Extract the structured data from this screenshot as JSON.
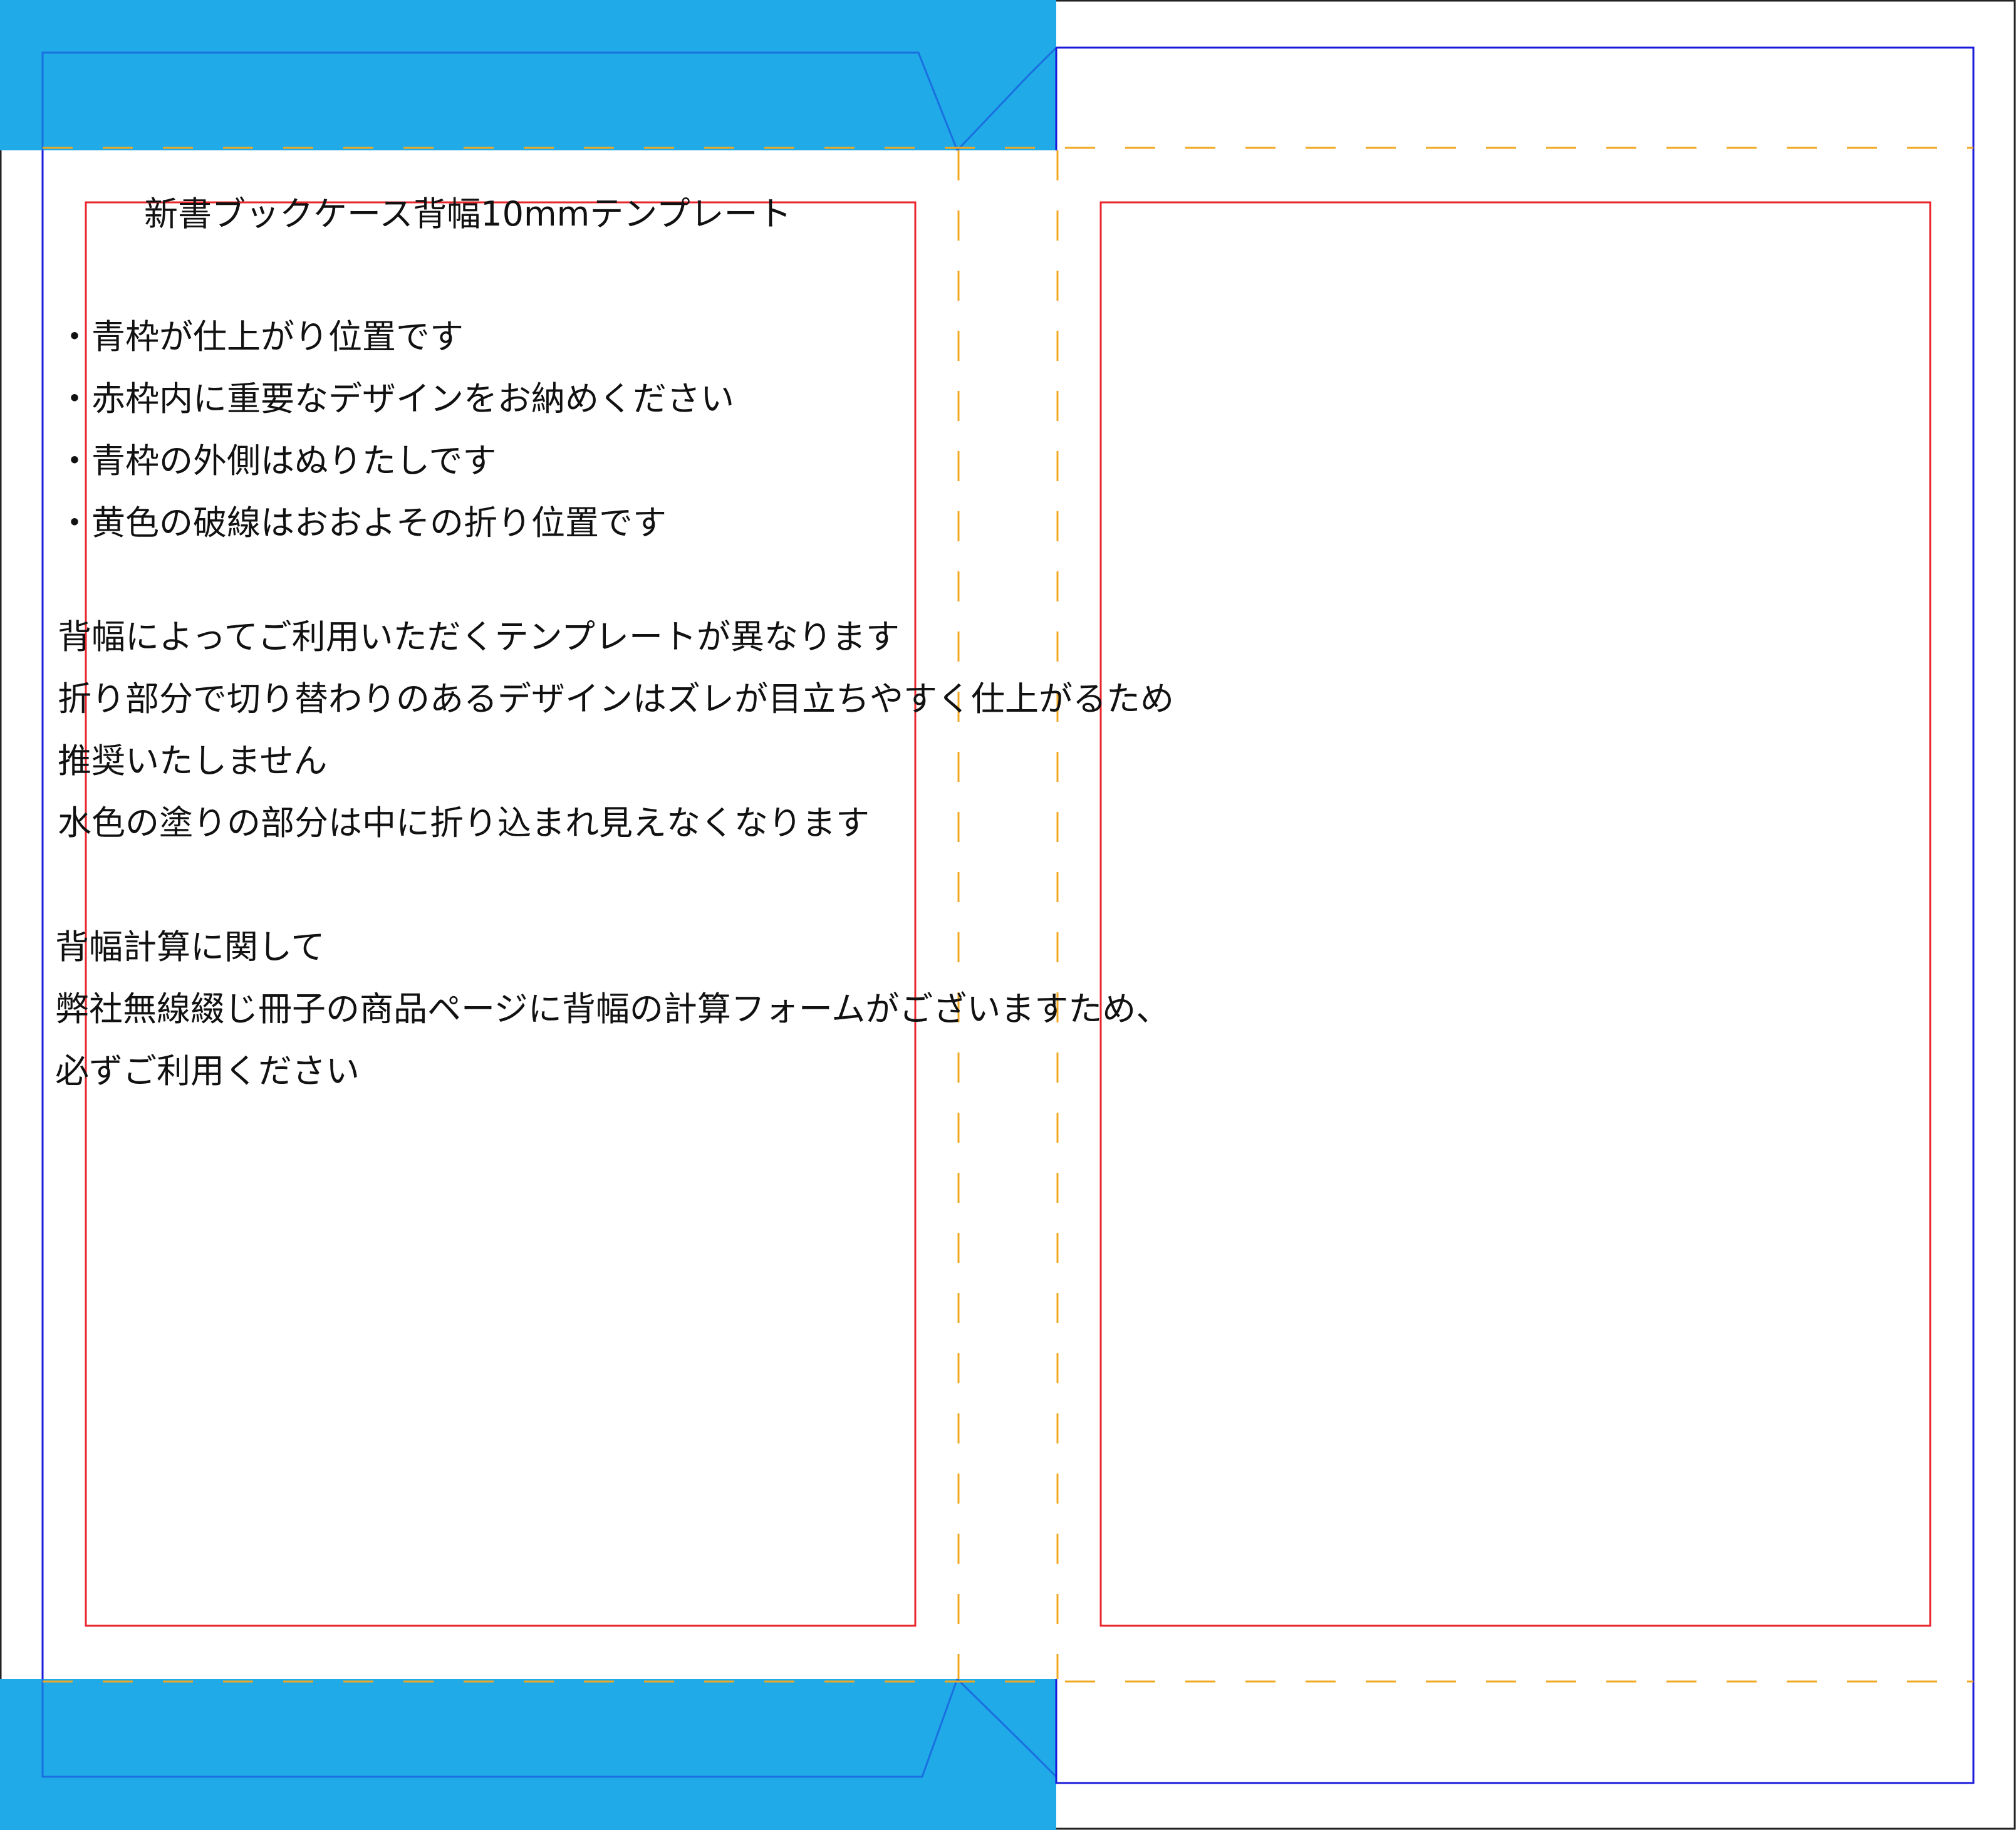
{
  "template": {
    "title": "新書ブックケース背幅10mmテンプレート",
    "bullets": [
      "・青枠が仕上がり位置です",
      "・赤枠内に重要なデザインをお納めください",
      "・青枠の外側はぬりたしです",
      "・黄色の破線はおおよその折り位置です"
    ],
    "notes": [
      "背幅によってご利用いただくテンプレートが異なります",
      "折り部分で切り替わりのあるデザインはズレが目立ちやすく仕上がるため",
      "推奨いたしません",
      "水色の塗りの部分は中に折り込まれ見えなくなります"
    ],
    "calc": [
      "背幅計算に関して",
      "弊社無線綴じ冊子の商品ページに背幅の計算フォームがございますため、",
      "必ずご利用ください"
    ]
  },
  "colors": {
    "flap_fill": "#20abe8",
    "trim_line": "#1a1adb",
    "safe_line": "#e8262c",
    "fold_line": "#f0a822",
    "outer_line": "#222222"
  }
}
